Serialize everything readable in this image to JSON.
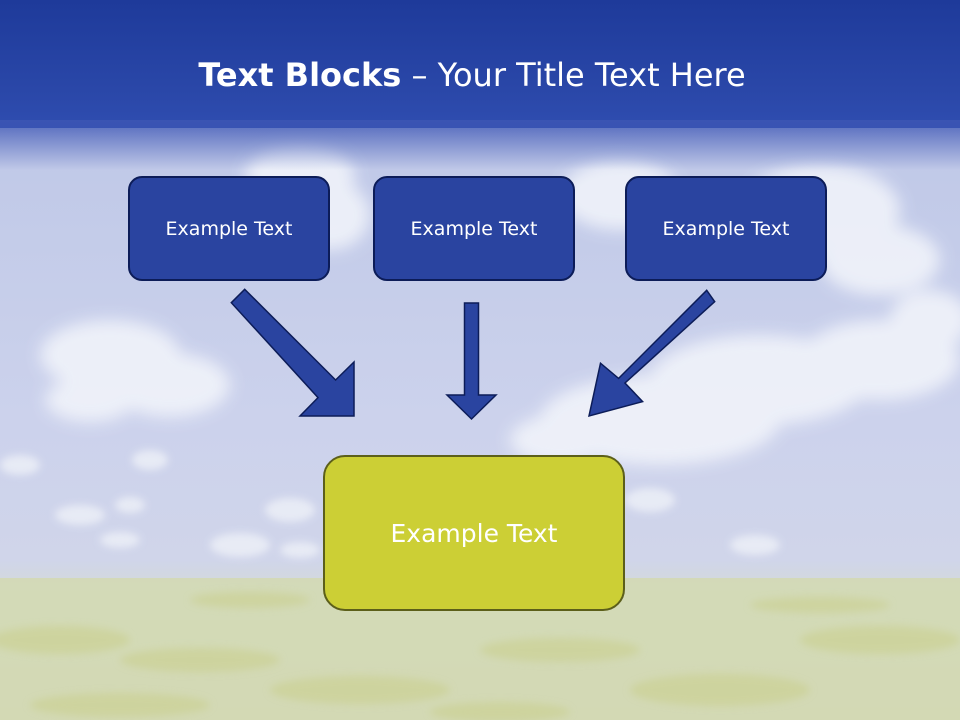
{
  "slide": {
    "title_bold": "Text Blocks",
    "title_rest": " – Your Title Text Here",
    "blocks": [
      {
        "label": "Example Text"
      },
      {
        "label": "Example Text"
      },
      {
        "label": "Example Text"
      }
    ],
    "center_block": {
      "label": "Example Text"
    }
  },
  "colors": {
    "title_bar": "#2a47a8",
    "block_fill": "#2a44a0",
    "block_border": "#0c1c58",
    "center_fill": "#cccf35",
    "center_border": "#5c5f1a",
    "arrow": "#2a44a0"
  }
}
